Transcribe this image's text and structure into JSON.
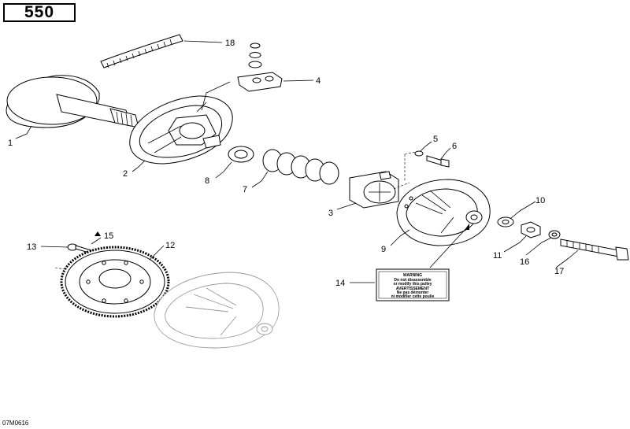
{
  "model_label": "550",
  "drawing_code": "07M0616",
  "label_decal": {
    "line1": "WARNING",
    "line2": "Do not disassemble",
    "line3": "or modify this pulley",
    "line4": "AVERTISSEMENT",
    "line5": "Ne pas démonter",
    "line6": "ni modifier cette poulie"
  },
  "callouts": [
    {
      "id": "1",
      "text": "1"
    },
    {
      "id": "2",
      "text": "2"
    },
    {
      "id": "3",
      "text": "3"
    },
    {
      "id": "4",
      "text": "4"
    },
    {
      "id": "5",
      "text": "5"
    },
    {
      "id": "6",
      "text": "6"
    },
    {
      "id": "7",
      "text": "7"
    },
    {
      "id": "8",
      "text": "8"
    },
    {
      "id": "9",
      "text": "9"
    },
    {
      "id": "10",
      "text": "10"
    },
    {
      "id": "11",
      "text": "11"
    },
    {
      "id": "12",
      "text": "12"
    },
    {
      "id": "13",
      "text": "13"
    },
    {
      "id": "14",
      "text": "14"
    },
    {
      "id": "15",
      "text": "15"
    },
    {
      "id": "16",
      "text": "16"
    },
    {
      "id": "17",
      "text": "17"
    },
    {
      "id": "18",
      "text": "18"
    }
  ]
}
